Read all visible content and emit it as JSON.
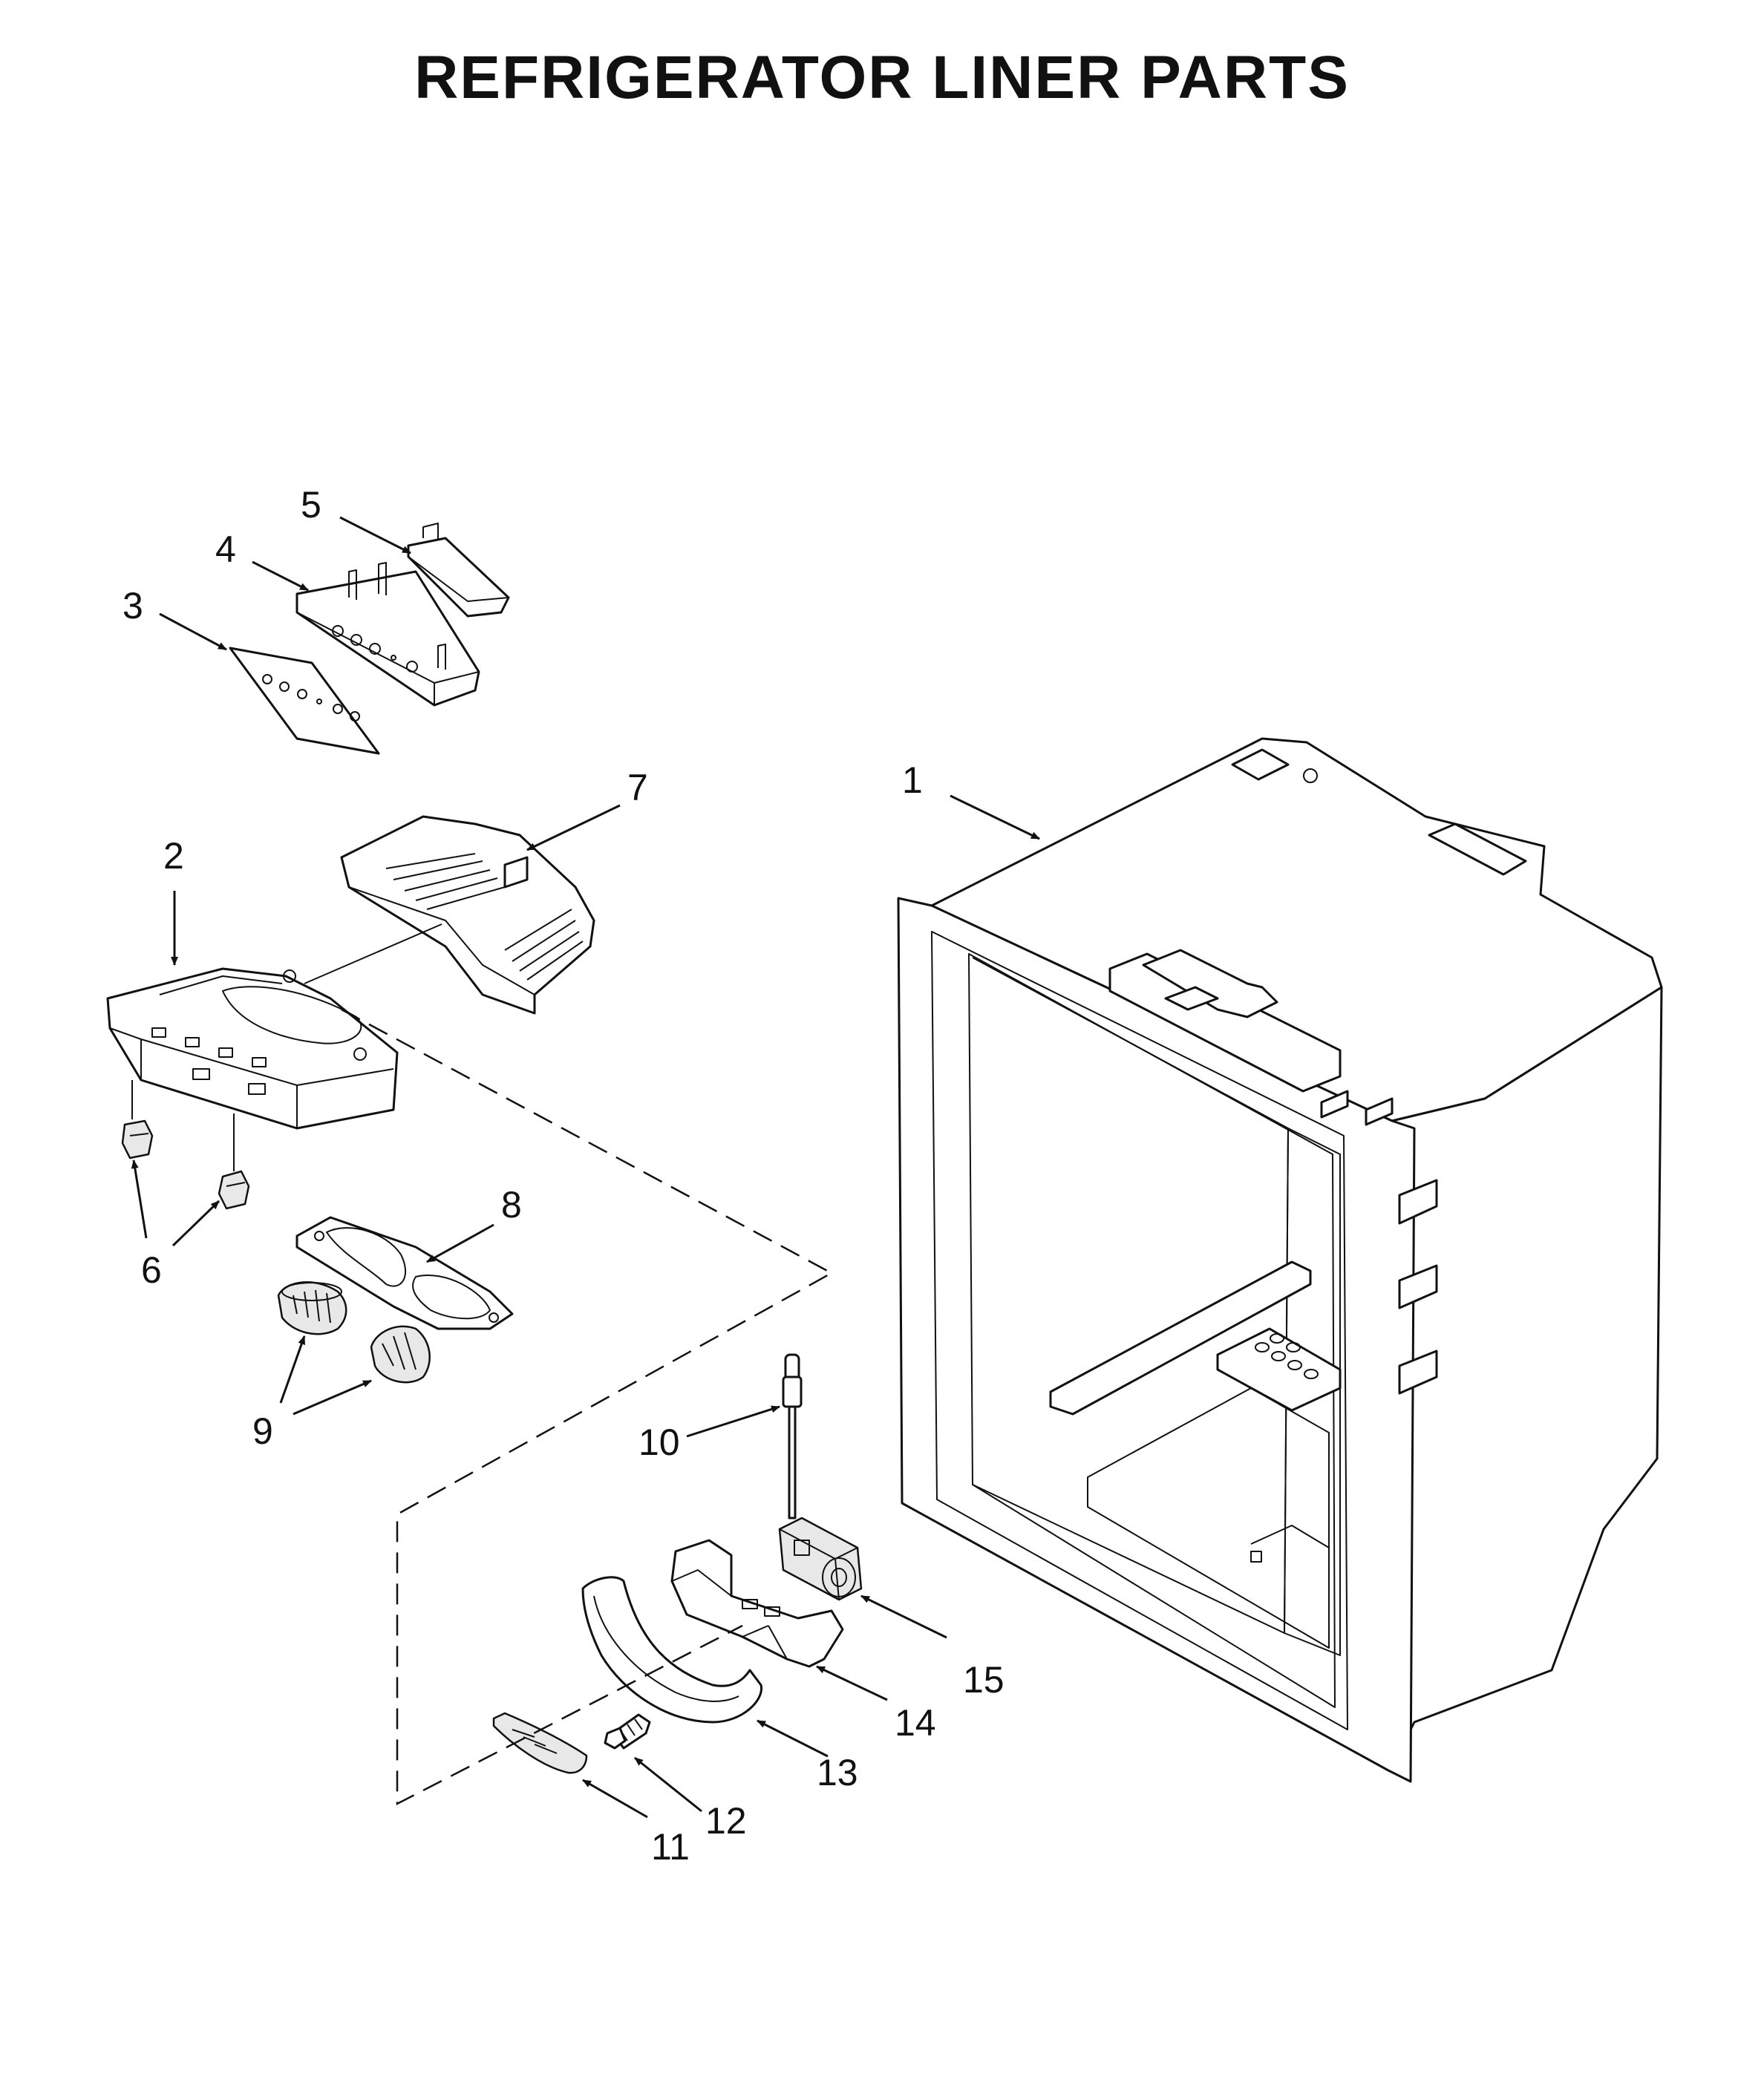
{
  "title": "REFRIGERATOR LINER PARTS",
  "callouts": {
    "c1": "1",
    "c2": "2",
    "c3": "3",
    "c4": "4",
    "c5": "5",
    "c6": "6",
    "c7": "7",
    "c8": "8",
    "c9": "9",
    "c10": "10",
    "c11": "11",
    "c12": "12",
    "c13": "13",
    "c14": "14",
    "c15": "15"
  }
}
